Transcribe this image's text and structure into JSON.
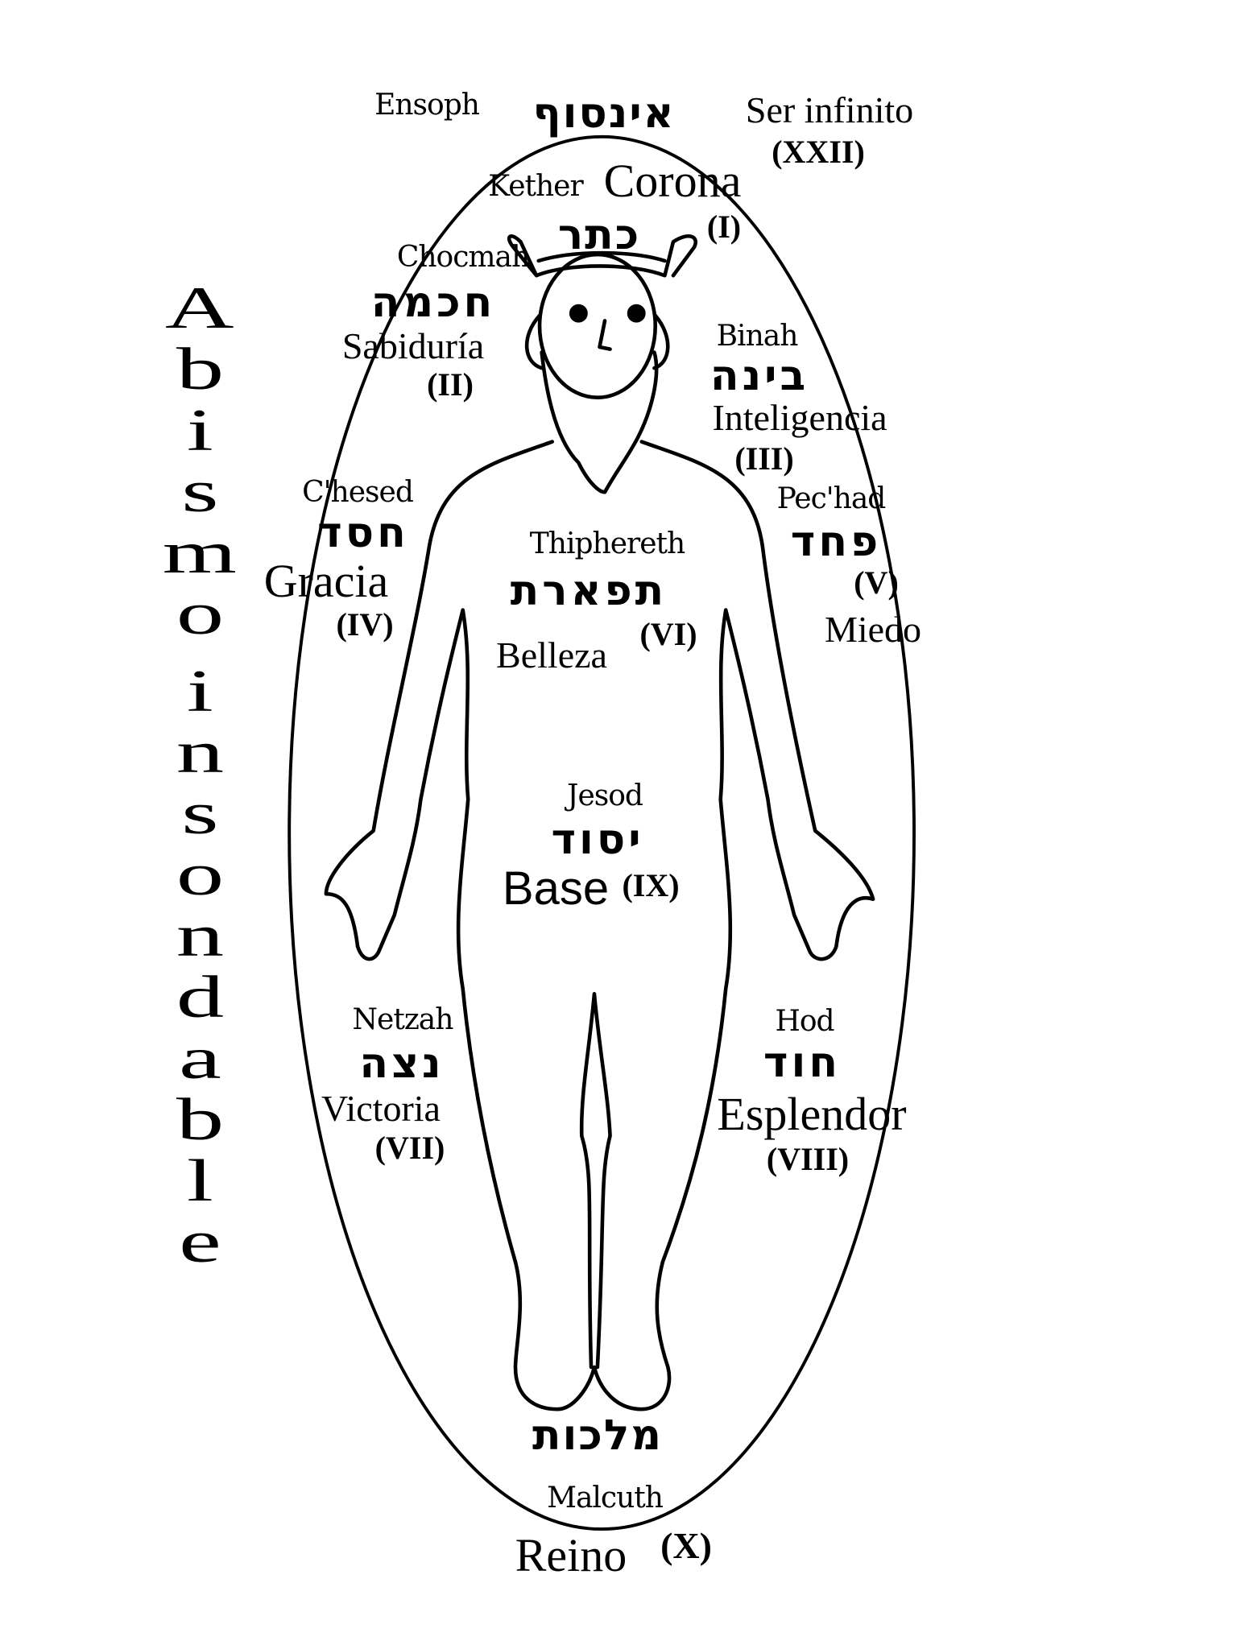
{
  "title_vertical": {
    "word1": [
      "A",
      "b",
      "i",
      "s",
      "m",
      "o"
    ],
    "word2": [
      "i",
      "n",
      "s",
      "o",
      "n",
      "d",
      "a",
      "b",
      "l",
      "e"
    ]
  },
  "ensoph": {
    "latin": "Ensoph",
    "hebrew": "אינסוף",
    "spanish": "Ser infinito",
    "numeral": "(XXII)"
  },
  "sephiroth": {
    "kether": {
      "latin": "Kether",
      "hebrew": "כתר",
      "spanish": "Corona",
      "numeral": "(I)"
    },
    "chocmah": {
      "latin": "Chocmah",
      "hebrew": "חכמה",
      "spanish": "Sabiduría",
      "numeral": "(II)"
    },
    "binah": {
      "latin": "Binah",
      "hebrew": "בינה",
      "spanish": "Inteligencia",
      "numeral": "(III)"
    },
    "chesed": {
      "latin": "C'hesed",
      "hebrew": "חסד",
      "spanish": "Gracia",
      "numeral": "(IV)"
    },
    "pechad": {
      "latin": "Pec'had",
      "hebrew": "פחד",
      "spanish": "Miedo",
      "numeral": "(V)"
    },
    "thiphereth": {
      "latin": "Thiphereth",
      "hebrew": "תפארת",
      "spanish": "Belleza",
      "numeral": "(VI)"
    },
    "netzah": {
      "latin": "Netzah",
      "hebrew": "נצה",
      "spanish": "Victoria",
      "numeral": "(VII)"
    },
    "hod": {
      "latin": "Hod",
      "hebrew": "חוד",
      "spanish": "Esplendor",
      "numeral": "(VIII)"
    },
    "jesod": {
      "latin": "Jesod",
      "hebrew": "יסוד",
      "spanish": "Base",
      "numeral": "(IX)"
    },
    "malcuth": {
      "latin": "Malcuth",
      "hebrew": "מלכות",
      "spanish": "Reino",
      "numeral": "(X)"
    }
  }
}
